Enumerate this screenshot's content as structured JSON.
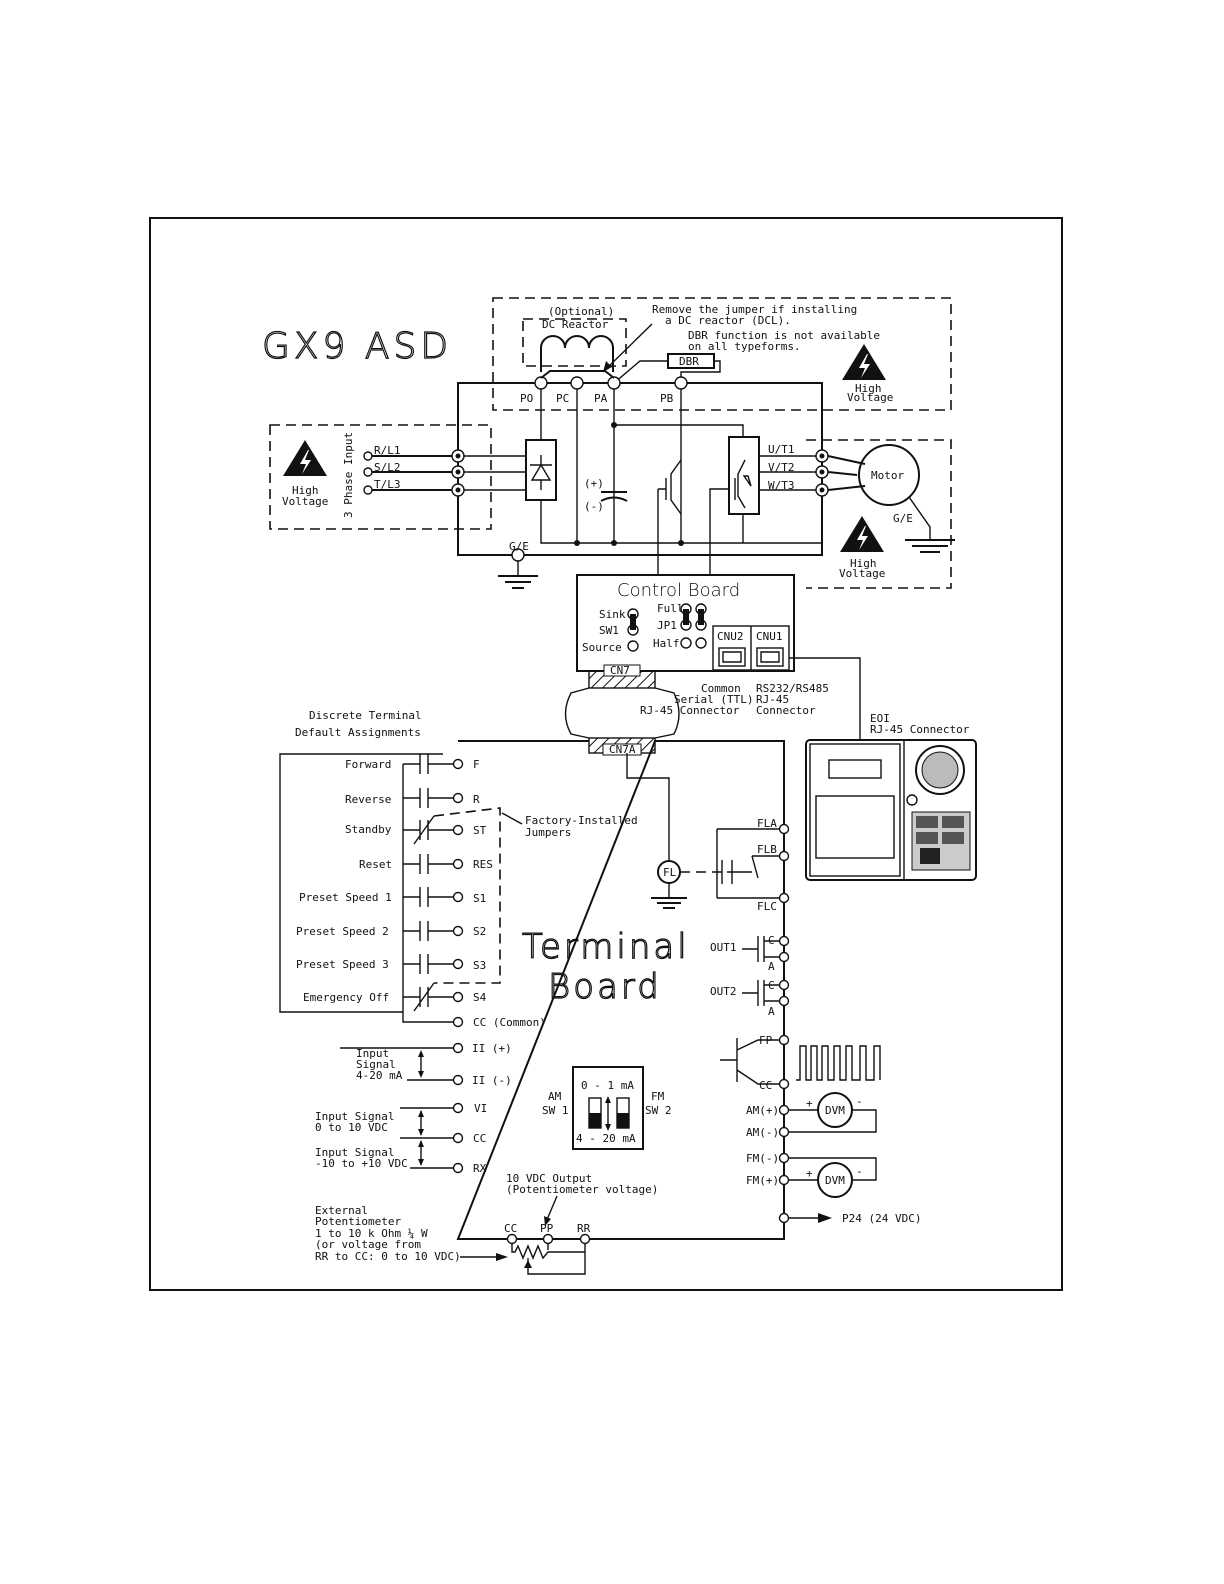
{
  "title": "GX9 ASD",
  "dc_reactor": {
    "line1": "(Optional)",
    "line2": "DC Reactor"
  },
  "notes": {
    "jumper_line1": "Remove the jumper if installing",
    "jumper_line2": "a DC reactor (DCL).",
    "dbr_line1": "DBR function is not available",
    "dbr_line2": "on all typeforms."
  },
  "dbr_label": "DBR",
  "bus_terminals": [
    "PO",
    "PC",
    "PA",
    "PB"
  ],
  "input": {
    "caption": "3 Phase Input",
    "phases": [
      "R/L1",
      "S/L2",
      "T/L3"
    ]
  },
  "output": {
    "phases": [
      "U/T1",
      "V/T2",
      "W/T3"
    ],
    "motor": "Motor",
    "ground": "G/E"
  },
  "cap_labels": {
    "plus": "(+)",
    "minus": "(-)"
  },
  "ground_label": "G/E",
  "warning": {
    "line1": "High",
    "line2": "Voltage"
  },
  "control_board": {
    "title": "Control Board",
    "sink": "Sink",
    "sw1": "SW1",
    "source": "Source",
    "full": "Full",
    "jp1": "JP1",
    "half": "Half",
    "cnu2": "CNU2",
    "cnu1": "CNU1",
    "cn7": "CN7"
  },
  "connectors": {
    "common_line1": "Common",
    "common_line2": "Serial (TTL)",
    "common_line3": "RJ-45 Connector",
    "rs_line1": "RS232/RS485",
    "rs_line2": "RJ-45",
    "rs_line3": "Connector",
    "eoi_line1": "EOI",
    "eoi_line2": "RJ-45 Connector"
  },
  "discrete": {
    "heading1": "Discrete Terminal",
    "heading2": "Default Assignments",
    "rows": [
      {
        "func": "Forward",
        "term": "F"
      },
      {
        "func": "Reverse",
        "term": "R"
      },
      {
        "func": "Standby",
        "term": "ST"
      },
      {
        "func": "Reset",
        "term": "RES"
      },
      {
        "func": "Preset Speed 1",
        "term": "S1"
      },
      {
        "func": "Preset Speed 2",
        "term": "S2"
      },
      {
        "func": "Preset Speed 3",
        "term": "S3"
      },
      {
        "func": "Emergency Off",
        "term": "S4"
      }
    ],
    "common": "CC (Common)"
  },
  "factory_jumpers": {
    "line1": "Factory-Installed",
    "line2": "Jumpers"
  },
  "cn7a": "CN7A",
  "terminal_board": {
    "line1": "Terminal",
    "line2": "Board"
  },
  "fl_relay": {
    "coil": "FL",
    "fla": "FLA",
    "flb": "FLB",
    "flc": "FLC"
  },
  "outputs": {
    "out1": "OUT1",
    "out2": "OUT2",
    "c": "C",
    "a": "A"
  },
  "analog": {
    "ii_plus": "II (+)",
    "ii_minus": "II (-)",
    "vi": "VI",
    "cc": "CC",
    "rx": "RX",
    "input_signal_1a": "Input",
    "input_signal_1b": "Signal",
    "input_signal_1c": "4-20 mA",
    "input_signal_2a": "Input Signal",
    "input_signal_2b": "0 to 10 VDC",
    "input_signal_3a": "Input Signal",
    "input_signal_3b": "-10 to +10 VDC"
  },
  "dip": {
    "am": "AM",
    "sw1": "SW 1",
    "fm": "FM",
    "sw2": "SW 2",
    "top": "0 - 1 mA",
    "bottom": "4 - 20 mA"
  },
  "meters": {
    "fp": "FP",
    "cc": "CC",
    "am_plus": "AM(+)",
    "am_minus": "AM(-)",
    "fm_minus": "FM(-)",
    "fm_plus": "FM(+)",
    "dvm": "DVM",
    "p24": "P24 (24 VDC)"
  },
  "pot": {
    "out_line1": "10 VDC Output",
    "out_line2": "(Potentiometer voltage)",
    "cc": "CC",
    "pp": "PP",
    "rr": "RR",
    "ext1": "External",
    "ext2": "Potentiometer",
    "ext3": "1 to 10 k Ohm ¼ W",
    "ext4": "(or voltage from",
    "ext5": "RR to CC: 0 to 10 VDC)"
  }
}
